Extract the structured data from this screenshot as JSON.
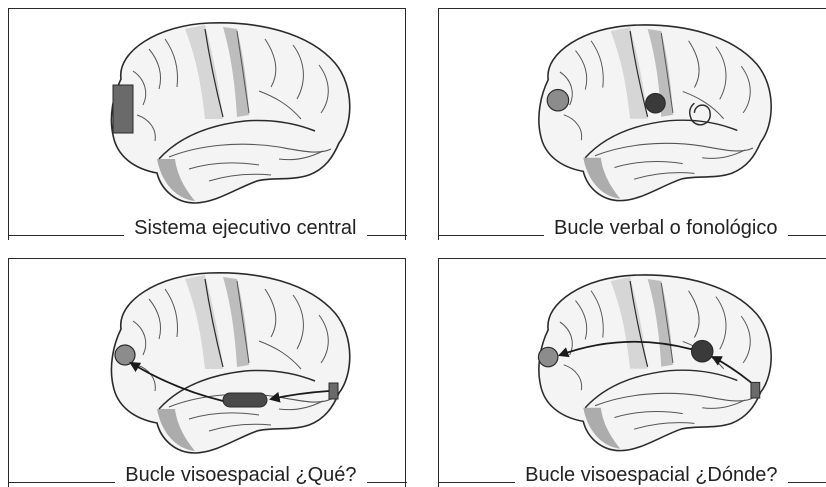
{
  "panels": [
    {
      "id": "p1",
      "caption": "Sistema ejecutivo central",
      "areas": [
        "dlpfc"
      ]
    },
    {
      "id": "p2",
      "caption": "Bucle verbal o fonológico",
      "areas": [
        "broca",
        "wernicke",
        "auditory"
      ]
    },
    {
      "id": "p3",
      "caption": "Bucle visoespacial ¿Qué?",
      "areas": [
        "prefrontal",
        "temporal",
        "occipital"
      ]
    },
    {
      "id": "p4",
      "caption": "Bucle visoespacial ¿Dónde?",
      "areas": [
        "prefrontal",
        "parietal",
        "occipital"
      ]
    }
  ],
  "colors": {
    "outline": "#2a2a2a",
    "brain_fill": "#f4f4f4",
    "motor_strip": "#cfcfcf",
    "sulci": "#555555",
    "highlight_dark": "#4a4a4a",
    "highlight_mid": "#8c8c8c",
    "temporal_pole": "#9a9a9a"
  }
}
